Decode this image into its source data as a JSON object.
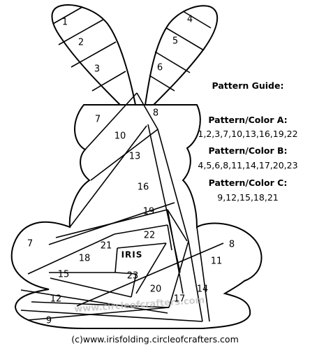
{
  "guide": {
    "title": "Pattern Guide:",
    "a_label": "Pattern/Color A:",
    "a_values": "1,2,3,7,10,13,16,19,22",
    "b_label": "Pattern/Color B:",
    "b_values": "4,5,6,8,11,14,17,20,23",
    "c_label": "Pattern/Color C:",
    "c_values": "9,12,15,18,21"
  },
  "center_label": "IRIS",
  "watermark": "www.circleofcrafters.com",
  "footer": "(c)www.irisfolding.circleofcrafters.com",
  "numbers": {
    "n1": "1",
    "n2": "2",
    "n3": "3",
    "n4": "4",
    "n5": "5",
    "n6": "6",
    "n7l": "7",
    "n7r": "7",
    "n8t": "8",
    "n8r": "8",
    "n9": "9",
    "n10": "10",
    "n11": "11",
    "n12": "12",
    "n13": "13",
    "n14": "14",
    "n15": "15",
    "n16": "16",
    "n17": "17",
    "n18": "18",
    "n19": "19",
    "n20": "20",
    "n21": "21",
    "n22": "22",
    "n23": "23"
  }
}
